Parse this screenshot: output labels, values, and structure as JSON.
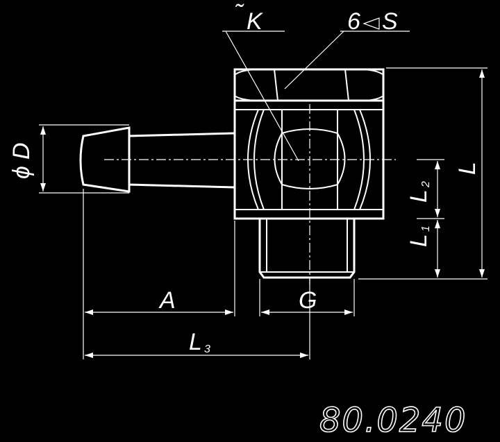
{
  "labels": {
    "cone_mark": "˜",
    "k": "K",
    "six": "6",
    "s": "S",
    "phi": "ϕ",
    "d": "D",
    "l": "L",
    "l2_main": "L",
    "l2_sub": "2",
    "l1_main": "L",
    "l1_sub": "1",
    "a": "A",
    "g": "G",
    "l3_main": "L",
    "l3_sub": "3",
    "drawing_number": "80.0240"
  },
  "colors": {
    "background": "#000000",
    "line": "#ffffff"
  }
}
